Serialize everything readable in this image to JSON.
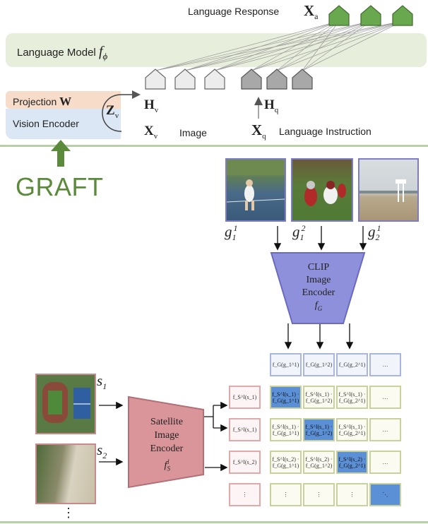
{
  "llava": {
    "language_response": "Language Response",
    "xa_symbol": "X",
    "xa_sub": "a",
    "language_model": "Language Model",
    "f_phi": "f",
    "f_phi_sub": "ϕ",
    "projection": "Projection",
    "w_symbol": "W",
    "zv_symbol": "Z",
    "zv_sub": "v",
    "vision_encoder": "Vision Encoder",
    "hv_symbol": "H",
    "hv_sub": "v",
    "xv_symbol": "X",
    "xv_sub": "v",
    "image_label": "Image",
    "hq_symbol": "H",
    "hq_sub": "q",
    "xq_symbol": "X",
    "xq_sub": "q",
    "language_instruction": "Language Instruction",
    "colors": {
      "response_token": "#6aa84f",
      "image_token": "#e8e8e8",
      "instruction_token": "#a6a6a6",
      "lm_bar": "#e7eedb"
    }
  },
  "graft_label": "GRAFT",
  "graft_arrow_color": "#5a8a3a",
  "ground_images": [
    {
      "label": "g",
      "sub": "1",
      "sup": "1"
    },
    {
      "label": "g",
      "sub": "1",
      "sup": "2"
    },
    {
      "label": "g",
      "sub": "2",
      "sup": "1"
    }
  ],
  "clip_encoder": {
    "line1": "CLIP",
    "line2": "Image",
    "line3": "Encoder",
    "fn": "f",
    "fn_sub": "G"
  },
  "satellite_encoder": {
    "line1": "Satellite",
    "line2": "Image",
    "line3": "Encoder",
    "fn": "f",
    "fn_sub": "S",
    "fn_sup": "l"
  },
  "satellite_images": [
    {
      "label": "s",
      "sub": "1"
    },
    {
      "label": "s",
      "sub": "2"
    }
  ],
  "top_row": [
    "f_G(g_1^1)",
    "f_G(g_1^2)",
    "f_G(g_2^1)",
    "…"
  ],
  "side_col": [
    "f_S^l(s_1)",
    "f_S^l(s_1)",
    "f_S^l(s_2)",
    "⋮"
  ],
  "grid": [
    [
      "f_S^l(s_1) · f_G(g_1^1)",
      "f_S^l(s_1) · f_G(g_1^2)",
      "f_S^l(s_1) · f_G(g_2^1)",
      "…"
    ],
    [
      "f_S^l(s_1) · f_G(g_1^1)",
      "f_S^l(s_1) · f_G(g_1^2)",
      "f_S^l(s_1) · f_G(g_2^1)",
      "…"
    ],
    [
      "f_S^l(s_2) · f_G(g_1^1)",
      "f_S^l(s_2) · f_G(g_1^2)",
      "f_S^l(s_2) · f_G(g_2^1)",
      "…"
    ],
    [
      "⋮",
      "⋮",
      "⋮",
      "⋱"
    ]
  ],
  "highlighted": [
    [
      0,
      0
    ],
    [
      1,
      1
    ],
    [
      2,
      2
    ],
    [
      3,
      3
    ]
  ],
  "bottom_dots": "⋮"
}
